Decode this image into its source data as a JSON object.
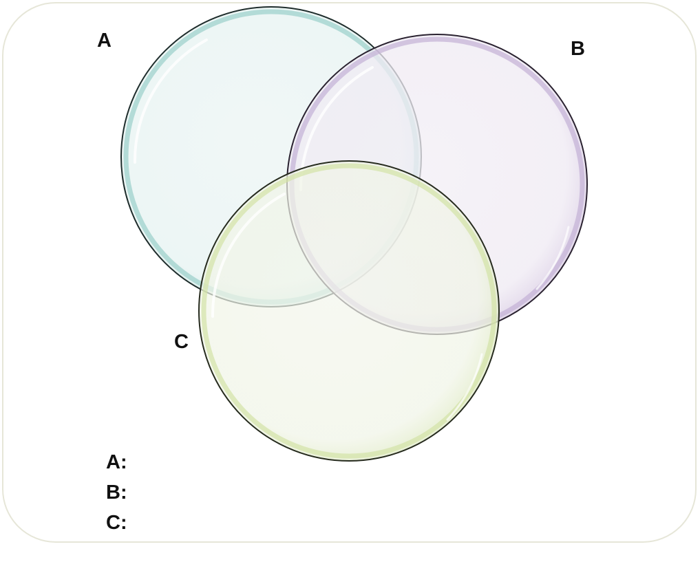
{
  "circles": {
    "a": {
      "label": "A",
      "color": "#a8d8d4"
    },
    "b": {
      "label": "B",
      "color": "#c8b8d8"
    },
    "c": {
      "label": "C",
      "color": "#d4e4a8"
    }
  },
  "legend": [
    {
      "key": "A:"
    },
    {
      "key": "B:"
    },
    {
      "key": "C:"
    }
  ]
}
